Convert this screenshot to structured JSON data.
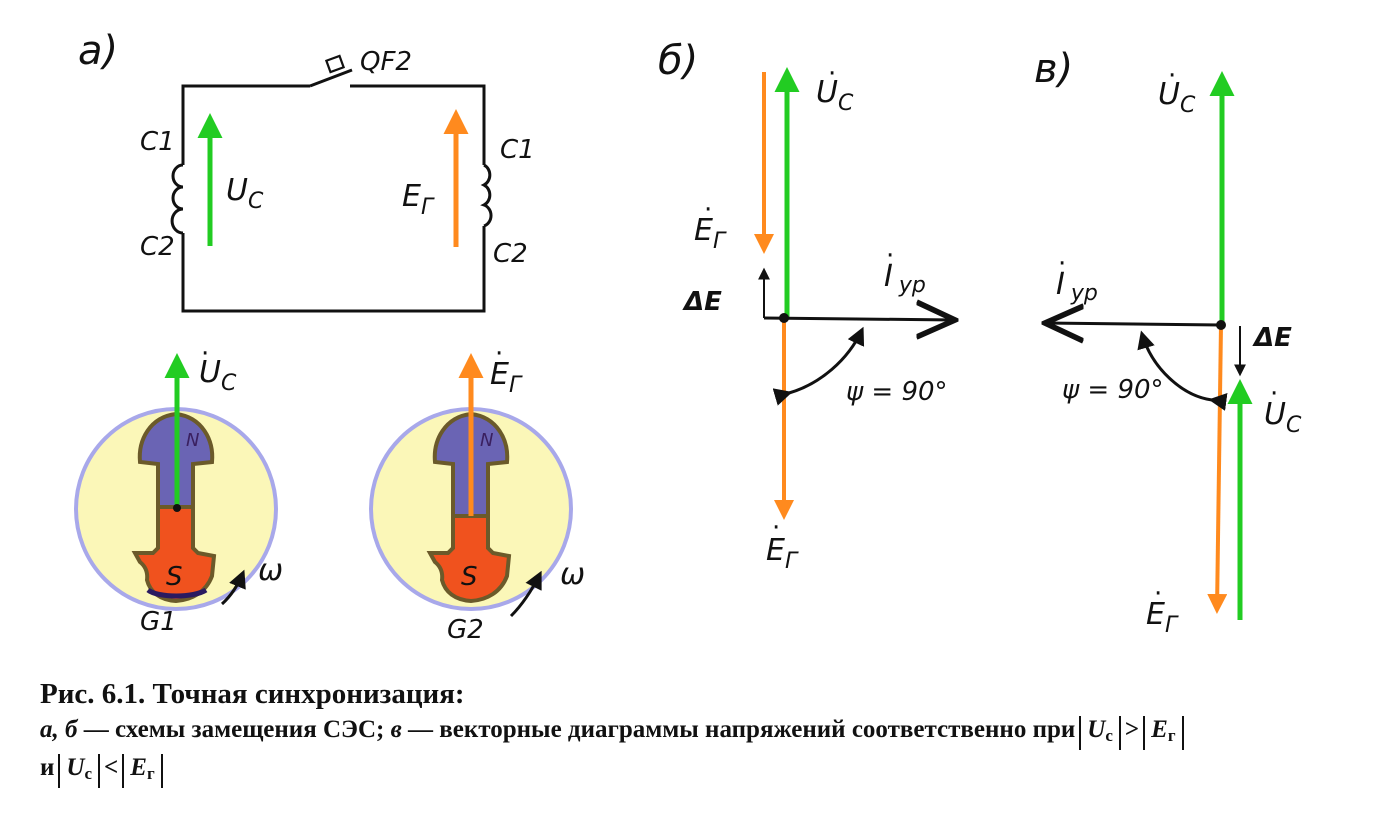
{
  "panels": {
    "a": {
      "letter": "а)"
    },
    "b": {
      "letter": "б)"
    },
    "v": {
      "letter": "в)"
    }
  },
  "circuit": {
    "breaker_label": "QF2",
    "left_top_terminal": "C1",
    "left_bottom_terminal": "C2",
    "right_top_terminal": "C1",
    "right_bottom_terminal": "C2",
    "left_voltage_label": "U",
    "left_voltage_sub": "C",
    "right_voltage_label": "E",
    "right_voltage_sub": "Г"
  },
  "generators": {
    "g1": {
      "name": "G1",
      "north": "N",
      "south": "S",
      "omega": "ω",
      "vector_label": "U",
      "vector_sub": "C"
    },
    "g2": {
      "name": "G2",
      "north": "N",
      "south": "S",
      "omega": "ω",
      "vector_label": "E",
      "vector_sub": "Г"
    }
  },
  "diagram_b": {
    "uc_label": "U",
    "uc_sub": "C",
    "eg_top_label": "E",
    "eg_top_sub": "Г",
    "eg_bottom_label": "E",
    "eg_bottom_sub": "Г",
    "delta_label": "ΔE",
    "current_label": "I",
    "current_sub": "yp",
    "angle_label": "ψ = 90°"
  },
  "diagram_v": {
    "uc_top_label": "U",
    "uc_top_sub": "C",
    "uc_bottom_label": "U",
    "uc_bottom_sub": "C",
    "eg_label": "E",
    "eg_sub": "Г",
    "delta_label": "ΔE",
    "current_label": "I",
    "current_sub": "yp",
    "angle_label": "ψ = 90°"
  },
  "caption": {
    "title": "Рис. 6.1. Точная синхронизация:",
    "line1_letters": "а, б",
    "line1_text1": " — схемы замещения СЭС; ",
    "line1_letter_v": "в",
    "line1_text2": " — векторные диаграммы напряжений соответственно при",
    "line2_start": "и",
    "abs_u": "U",
    "abs_u_sub": "с",
    "abs_e": "E",
    "abs_e_sub": "г",
    "gt": ">",
    "lt": "<"
  },
  "colors": {
    "green": "#22cc22",
    "orange": "#ff8a1e",
    "blue_pole": "#6a64b4",
    "red_pole": "#f0521e",
    "rotor_outline": "#6b5a2a",
    "circle_fill": "#fbf7b8",
    "circle_stroke": "#a8a8ea"
  }
}
